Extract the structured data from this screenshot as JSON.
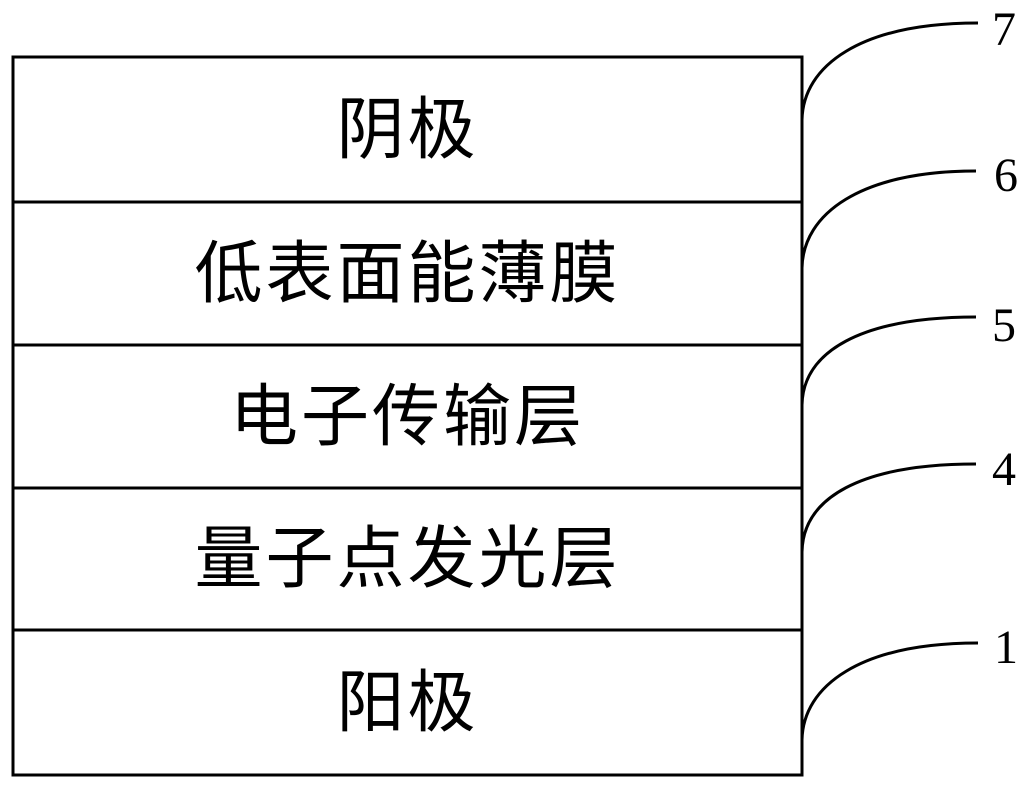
{
  "figure": {
    "description": "Layered device stack diagram with reference numerals",
    "colors": {
      "line": "#000000",
      "background": "#ffffff",
      "text": "#000000"
    },
    "layers": [
      {
        "label": "阴极",
        "ref": "7"
      },
      {
        "label": "低表面能薄膜",
        "ref": "6"
      },
      {
        "label": "电子传输层",
        "ref": "5"
      },
      {
        "label": "量子点发光层",
        "ref": "4"
      },
      {
        "label": "阳极",
        "ref": "1"
      }
    ]
  }
}
